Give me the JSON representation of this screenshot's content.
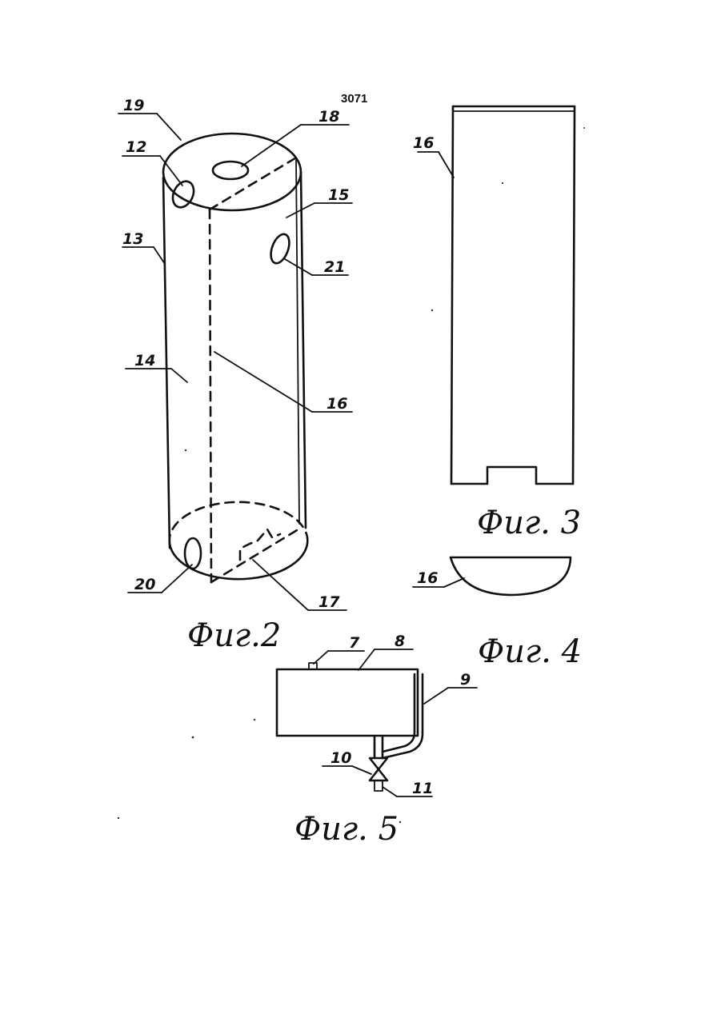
{
  "sheet_number": "3071",
  "fig2": {
    "caption": "Фuг.2",
    "labels": {
      "l19": "19",
      "l12": "12",
      "l13": "13",
      "l18": "18",
      "l15": "15",
      "l21": "21",
      "l14": "14",
      "l16": "16",
      "l20": "20",
      "l17": "17"
    }
  },
  "fig3": {
    "caption": "Фuг. 3",
    "label16": "16"
  },
  "fig4": {
    "caption": "Фuг. 4",
    "label16": "16"
  },
  "fig5": {
    "caption": "Фuг. 5",
    "labels": {
      "l7": "7",
      "l8": "8",
      "l9": "9",
      "l10": "10",
      "l11": "11"
    }
  }
}
